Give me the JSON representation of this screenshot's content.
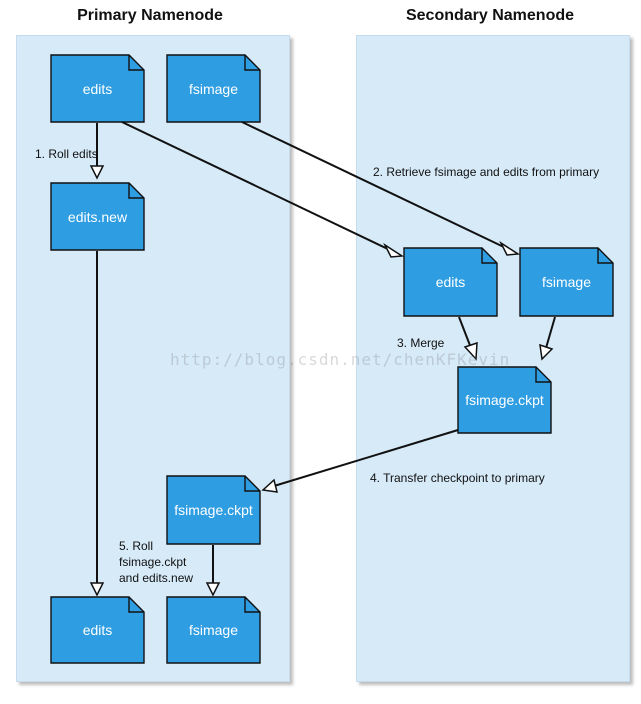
{
  "columns": {
    "primary_title": "Primary Namenode",
    "secondary_title": "Secondary Namenode"
  },
  "documents": {
    "p_edits": "edits",
    "p_fsimage": "fsimage",
    "p_edits_new": "edits.new",
    "s_edits": "edits",
    "s_fsimage": "fsimage",
    "s_ckpt": "fsimage.ckpt",
    "p_ckpt": "fsimage.ckpt",
    "p_final_edits": "edits",
    "p_final_fsimage": "fsimage"
  },
  "steps": {
    "step1": "1. Roll edits",
    "step2": "2. Retrieve fsimage and edits from primary",
    "step3": "3. Merge",
    "step4": "4. Transfer checkpoint to primary",
    "step5_line1": "5. Roll",
    "step5_line2": "fsimage.ckpt",
    "step5_line3": "and edits.new"
  },
  "watermark": "http://blog.csdn.net/chenKFKevin",
  "colors": {
    "doc_fill": "#2e9de2",
    "doc_stroke": "#111111",
    "panel_fill": "#d6eaf8",
    "arrow": "#111111"
  }
}
